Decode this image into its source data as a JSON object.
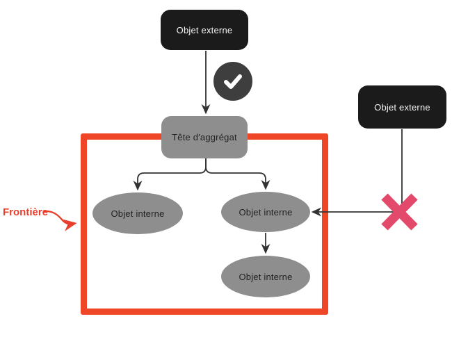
{
  "diagram": {
    "nodes": {
      "external_object_top": {
        "label": "Objet externe"
      },
      "aggregate_head": {
        "label": "Tête d'aggrégat"
      },
      "internal_object_left": {
        "label": "Objet interne"
      },
      "internal_object_right": {
        "label": "Objet interne"
      },
      "internal_object_bottom": {
        "label": "Objet interne"
      },
      "external_object_right": {
        "label": "Objet externe"
      }
    },
    "boundary": {
      "label": "Frontière"
    },
    "icons": {
      "check_icon": "✓",
      "cross_icon": "✕"
    },
    "colors": {
      "node_black": "#1b1b1b",
      "node_gray": "#8e8e8e",
      "node_text_dark": "#222222",
      "node_text_light": "#f4f4f4",
      "boundary_red": "#f04628",
      "label_red": "#e83e2b",
      "cross_pink": "#e2496b",
      "check_badge": "#3e3e3e",
      "line_dark": "#333333"
    }
  }
}
